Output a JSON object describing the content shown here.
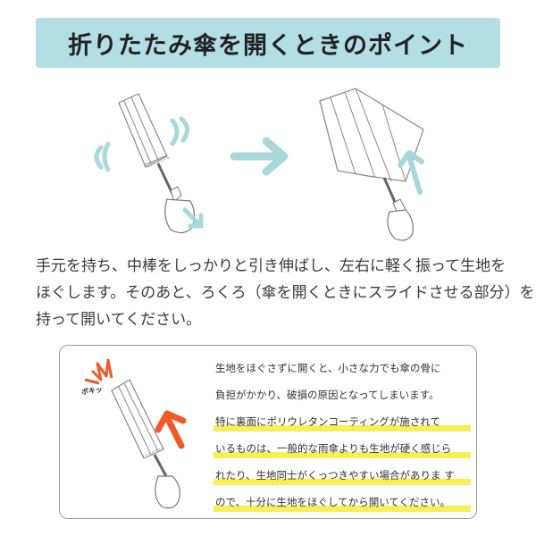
{
  "header": {
    "title": "折りたたみ傘を開くときのポイント",
    "bg_color": "#b3dfe4"
  },
  "illustrations": {
    "closed": "closed-umbrella-shake-illustration",
    "arrow": "right-arrow-icon",
    "open": "opening-umbrella-illustration",
    "accent_color": "#a8d8dc"
  },
  "instructions": {
    "lines": [
      "手元を持ち、中棒をしっかりと引き伸ばし、左右に軽く振って生地を",
      "ほぐします。そのあと、ろくろ（傘を開くときにスライドさせる部分）を",
      "持って開いてください。"
    ]
  },
  "note": {
    "sound_effect": "ポキッ",
    "lines": [
      "生地をほぐさずに開くと、小さな力でも傘の骨に",
      "負担がかかり、破損の原因となってしまいます。",
      "特に裏面にポリウレタンコーティングが施されて",
      "いるものは、一般的な雨傘よりも生地が硬く感じら",
      "れたり、生地同士がくっつきやすい場合がありま す",
      "ので、十分に生地をほぐしてから開いてください。"
    ],
    "highlight_color": "#f7ef55",
    "warning_color": "#f05a28"
  }
}
